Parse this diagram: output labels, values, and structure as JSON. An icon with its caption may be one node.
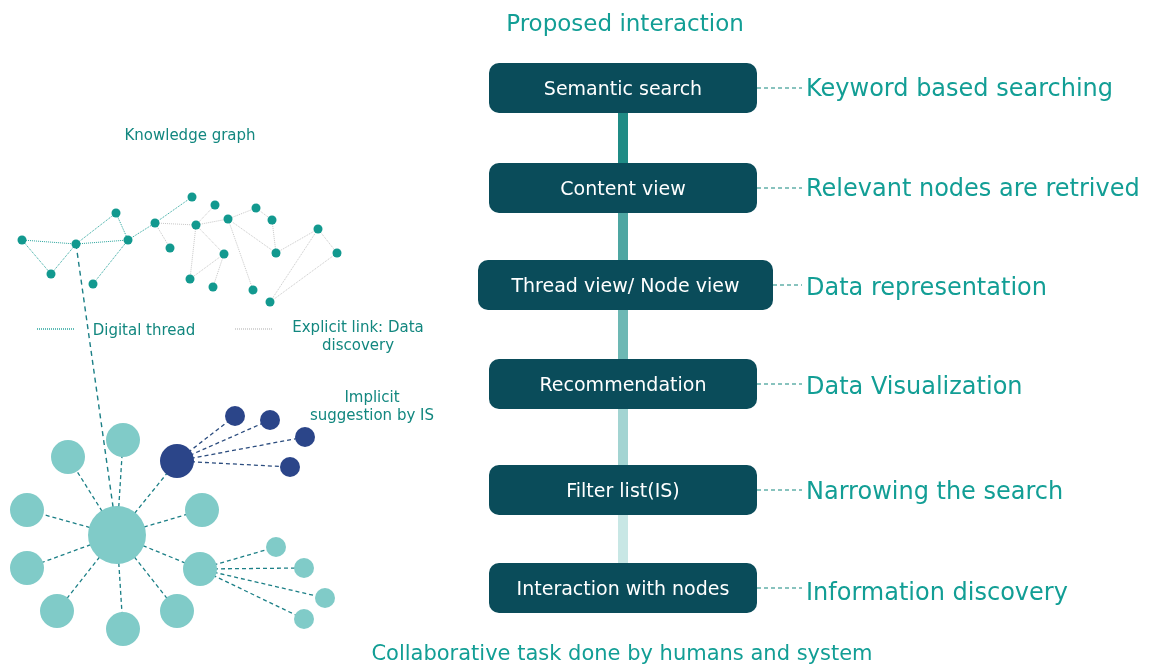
{
  "diagram": {
    "title": "Proposed interaction",
    "caption": "Collaborative task done by humans and system",
    "nodes": [
      {
        "text": [
          "Semantic search"
        ]
      },
      {
        "text": [
          "Content view"
        ]
      },
      {
        "text": [
          "Thread view/ Node view"
        ]
      },
      {
        "text": [
          "Recommendation"
        ]
      },
      {
        "text": [
          "Filter list(IS)"
        ]
      },
      {
        "text": [
          "Interaction with nodes"
        ]
      },
      {
        "text": [
          "Keyword based searching"
        ]
      },
      {
        "text": [
          "Relevant nodes are retrived"
        ]
      },
      {
        "text": [
          "Data representation"
        ]
      },
      {
        "text": [
          "Data Visualization"
        ]
      },
      {
        "text": [
          "Narrowing the search"
        ]
      },
      {
        "text": [
          "Information discovery"
        ]
      }
    ],
    "edges": [
      {
        "from": 0,
        "to": 1,
        "arrow": "none",
        "style": "thick",
        "color": "#1f8b85"
      },
      {
        "from": 1,
        "to": 2,
        "arrow": "none",
        "style": "thick",
        "color": "#4ea6a2"
      },
      {
        "from": 2,
        "to": 3,
        "arrow": "none",
        "style": "thick",
        "color": "#6db8b4"
      },
      {
        "from": 3,
        "to": 4,
        "arrow": "none",
        "style": "thick",
        "color": "#a3d4d2"
      },
      {
        "from": 4,
        "to": 5,
        "arrow": "none",
        "style": "thick",
        "color": "#c8e7e5"
      },
      {
        "from": 0,
        "to": 6,
        "arrow": "none",
        "style": "dashed"
      },
      {
        "from": 1,
        "to": 7,
        "arrow": "none",
        "style": "dashed"
      },
      {
        "from": 2,
        "to": 8,
        "arrow": "none",
        "style": "dashed"
      },
      {
        "from": 3,
        "to": 9,
        "arrow": "none",
        "style": "dashed"
      },
      {
        "from": 4,
        "to": 10,
        "arrow": "none",
        "style": "dashed"
      },
      {
        "from": 5,
        "to": 11,
        "arrow": "none",
        "style": "dashed"
      }
    ],
    "labels": [
      "Knowledge graph",
      "Implicit suggestion by IS"
    ],
    "legend": [
      {
        "text": "Digital thread"
      },
      {
        "text": "Explicit link: Data discovery"
      }
    ]
  }
}
